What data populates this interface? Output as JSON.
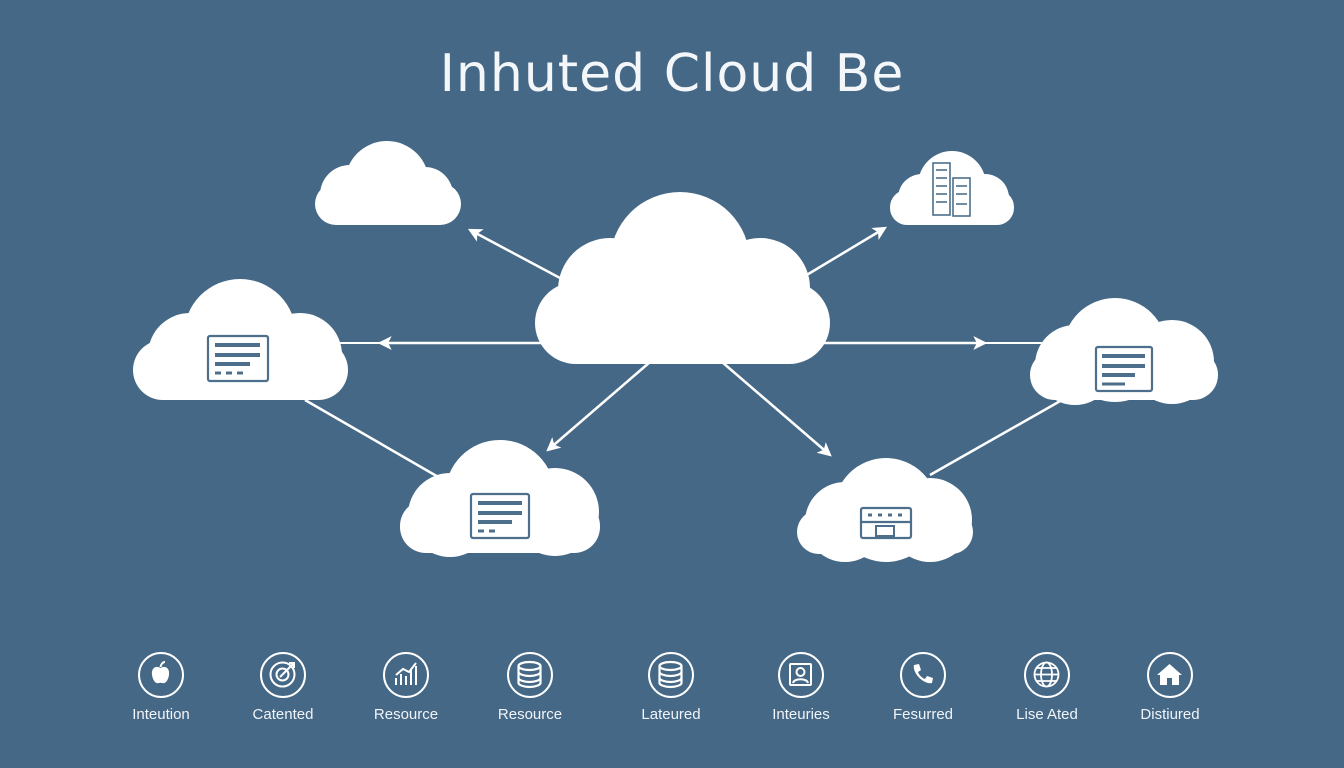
{
  "title": "Inhuted Cloud Be",
  "colors": {
    "background": "#456886",
    "cloud": "#ffffff",
    "glyph": "#456886"
  },
  "clouds": [
    {
      "id": "center",
      "icon": "none"
    },
    {
      "id": "top-left",
      "icon": "none"
    },
    {
      "id": "top-right",
      "icon": "server-rack-icon"
    },
    {
      "id": "mid-left",
      "icon": "server-panel-icon"
    },
    {
      "id": "mid-right",
      "icon": "server-panel-icon"
    },
    {
      "id": "bottom-left",
      "icon": "server-panel-icon"
    },
    {
      "id": "bottom-right",
      "icon": "network-device-icon"
    }
  ],
  "features": [
    {
      "label": "Inteution",
      "icon": "apple-icon"
    },
    {
      "label": "Catented",
      "icon": "target-arrow-icon"
    },
    {
      "label": "Resource",
      "icon": "bar-chart-icon"
    },
    {
      "label": "Resource",
      "icon": "database-icon"
    },
    {
      "label": "Lateured",
      "icon": "database-icon"
    },
    {
      "label": "Inteuries",
      "icon": "user-badge-icon"
    },
    {
      "label": "Fesurred",
      "icon": "phone-icon"
    },
    {
      "label": "Lise Ated",
      "icon": "globe-icon"
    },
    {
      "label": "Distiured",
      "icon": "home-icon"
    }
  ]
}
